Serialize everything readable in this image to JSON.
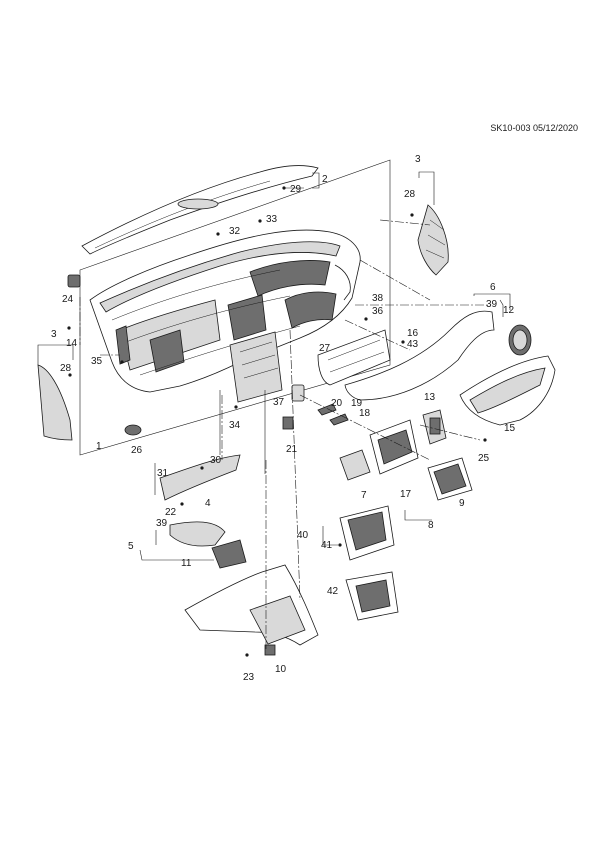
{
  "document_id": "SK10-003 05/12/2020",
  "callouts": {
    "c1": "1",
    "c2": "2",
    "c3a": "3",
    "c3b": "3",
    "c4": "4",
    "c5": "5",
    "c6": "6",
    "c7": "7",
    "c8": "8",
    "c9": "9",
    "c10": "10",
    "c11": "11",
    "c12": "12",
    "c13": "13",
    "c14": "14",
    "c15": "15",
    "c16": "16",
    "c17": "17",
    "c18": "18",
    "c19": "19",
    "c20": "20",
    "c21": "21",
    "c22": "22",
    "c23": "23",
    "c24": "24",
    "c25": "25",
    "c26": "26",
    "c27": "27",
    "c28a": "28",
    "c28b": "28",
    "c29": "29",
    "c30": "30",
    "c31": "31",
    "c32": "32",
    "c33": "33",
    "c34": "34",
    "c35": "35",
    "c36": "36",
    "c37": "37",
    "c38": "38",
    "c39a": "39",
    "c39b": "39",
    "c40": "40",
    "c41": "41",
    "c42": "42",
    "c43": "43"
  }
}
